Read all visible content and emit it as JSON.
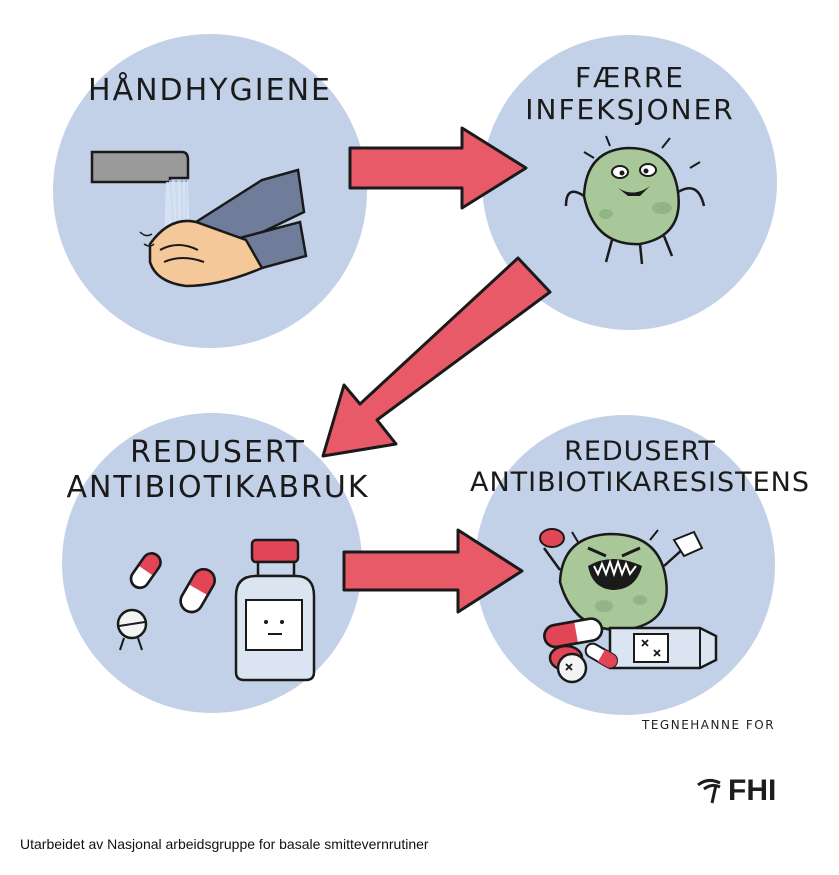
{
  "steps": [
    {
      "label_line1": "HÅNDHYGIENE",
      "label_line2": ""
    },
    {
      "label_line1": "FÆRRE",
      "label_line2": "INFEKSJONER"
    },
    {
      "label_line1": "REDUSERT",
      "label_line2": "ANTIBIOTIKABRUK"
    },
    {
      "label_line1": "REDUSERT",
      "label_line2": "ANTIBIOTIKARESISTENS"
    }
  ],
  "credit": "TEGNEHANNE FOR",
  "logo": {
    "text": "FHI"
  },
  "footer": "Utarbeidet av Nasjonal arbeidsgruppe for basale smittevernrutiner",
  "colors": {
    "circle": "#c2d0e8",
    "arrow": "#e85a68",
    "germ": "#a9c89a",
    "pill_red": "#e14556",
    "text": "#1a1a1a"
  },
  "icons": [
    "faucet-icon",
    "hands-icon",
    "germ-icon",
    "pills-icon",
    "bottle-icon",
    "angry-germ-icon",
    "fhi-logo-icon"
  ]
}
